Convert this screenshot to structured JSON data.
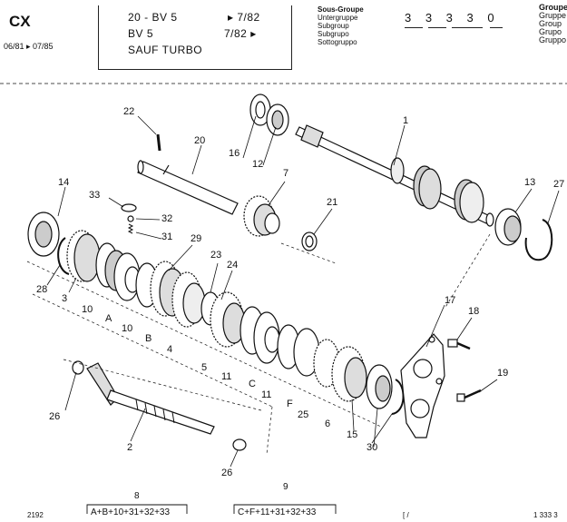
{
  "header": {
    "model": "CX",
    "dates": "06/81 ▸ 07/85",
    "box": {
      "row1_left": "20 - BV 5",
      "row1_right": "▸ 7/82",
      "row2_left": "BV 5",
      "row2_right": "7/82 ▸",
      "row3": "SAUF TURBO"
    },
    "subgroup_labels": [
      "Sous-Groupe",
      "Untergruppe",
      "Subgroup",
      "Subgrupo",
      "Sottogruppo"
    ],
    "subgroup_code": "3 3 3 3 0",
    "group_labels": [
      "Groupe",
      "Gruppe",
      "Group",
      "Grupo",
      "Gruppo"
    ]
  },
  "part_numbers": [
    "1",
    "2",
    "3",
    "4",
    "5",
    "6",
    "7",
    "8",
    "9",
    "10",
    "11",
    "12",
    "13",
    "14",
    "15",
    "16",
    "17",
    "18",
    "19",
    "20",
    "21",
    "22",
    "23",
    "24",
    "25",
    "26",
    "27",
    "28",
    "29",
    "30",
    "31",
    "32",
    "33"
  ],
  "letters": [
    "A",
    "B",
    "C",
    "F"
  ],
  "kits": {
    "kit8": {
      "number": "8",
      "contents": "A+B+10+31+32+33"
    },
    "kit9": {
      "number": "9",
      "contents": "C+F+11+31+32+33"
    }
  },
  "footer": {
    "left_code": "2192",
    "mid_mark": "[ /",
    "right_code": "1 333 3"
  }
}
